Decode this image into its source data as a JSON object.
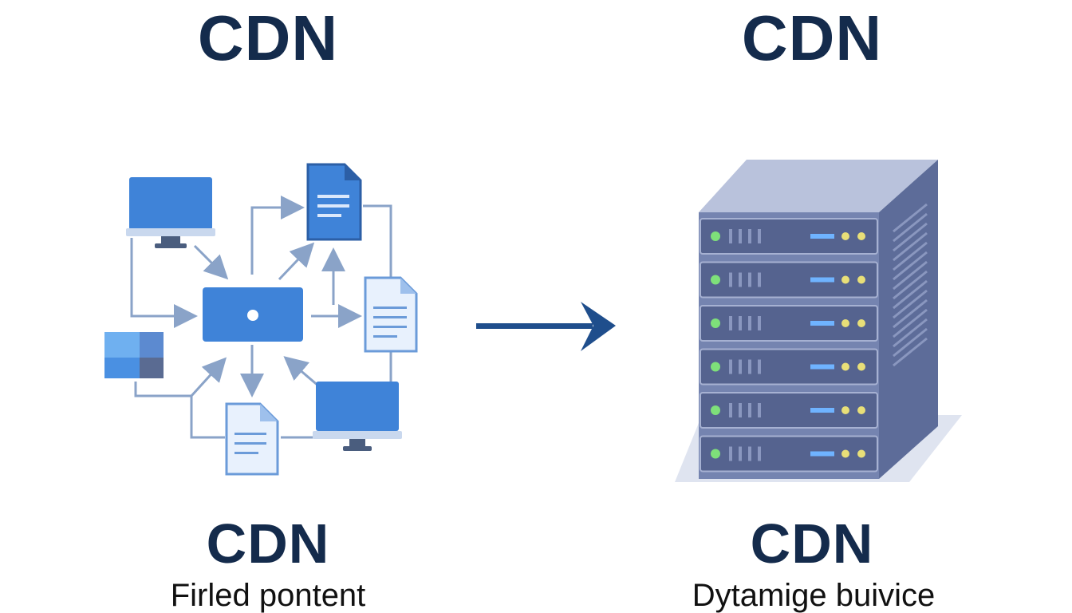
{
  "left_panel": {
    "title": "CDN",
    "label": "CDN",
    "caption": "Firled pontent"
  },
  "right_panel": {
    "title": "CDN",
    "label": "CDN",
    "caption": "Dytamige buivice"
  },
  "icons": {
    "network": [
      "monitor-icon",
      "document-icon",
      "hub-laptop-icon",
      "window-icon",
      "server-rack-icon",
      "arrow-right-icon"
    ]
  },
  "colors": {
    "title": "#142b4c",
    "accent_blue": "#3b82d6",
    "arrow": "#1f4e8c",
    "server": "#6b7aa6",
    "led_green": "#7ee07a",
    "led_yellow": "#e8df78",
    "led_blue": "#6fb3ff"
  }
}
